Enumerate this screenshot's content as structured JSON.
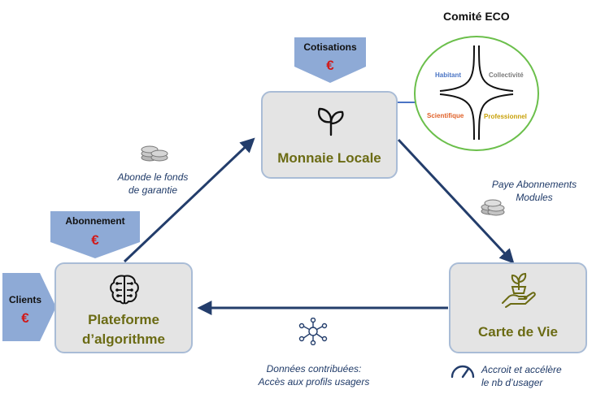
{
  "nodes": {
    "monnaie": {
      "label": "Monnaie Locale"
    },
    "plateforme": {
      "label_line1": "Plateforme",
      "label_line2": "d’algorithme"
    },
    "carte": {
      "label": "Carte de Vie"
    }
  },
  "flags": {
    "cotisations": {
      "title": "Cotisations",
      "euro": "€"
    },
    "abonnement": {
      "title": "Abonnement",
      "euro": "€"
    },
    "clients": {
      "title": "Clients",
      "euro": "€"
    }
  },
  "notes": {
    "abonde": {
      "line1": "Abonde le fonds",
      "line2": "de garantie"
    },
    "paye": {
      "line1": "Paye Abonnements",
      "line2": "Modules"
    },
    "donnees": {
      "line1": "Données contribuées:",
      "line2": "Accès aux profils usagers"
    },
    "accroit": {
      "line1": "Accroit et accélère",
      "line2": "le nb d’usager"
    }
  },
  "comite": {
    "title": "Comité ECO",
    "habitant": "Habitant",
    "collectivite": "Collectivité",
    "scientifique": "Scientifique",
    "professionnel": "Professionnel"
  },
  "colors": {
    "arrow": "#233d6b",
    "flag_fill": "#8eaad6",
    "node_fill": "#e4e4e4",
    "node_text": "#6b6b14",
    "euro": "#d11a1a",
    "comite_border": "#6bbf4b",
    "habitant": "#4a74c4",
    "collectivite": "#7a7a7a",
    "scientifique": "#e0622a",
    "professionnel": "#c8a10a"
  }
}
